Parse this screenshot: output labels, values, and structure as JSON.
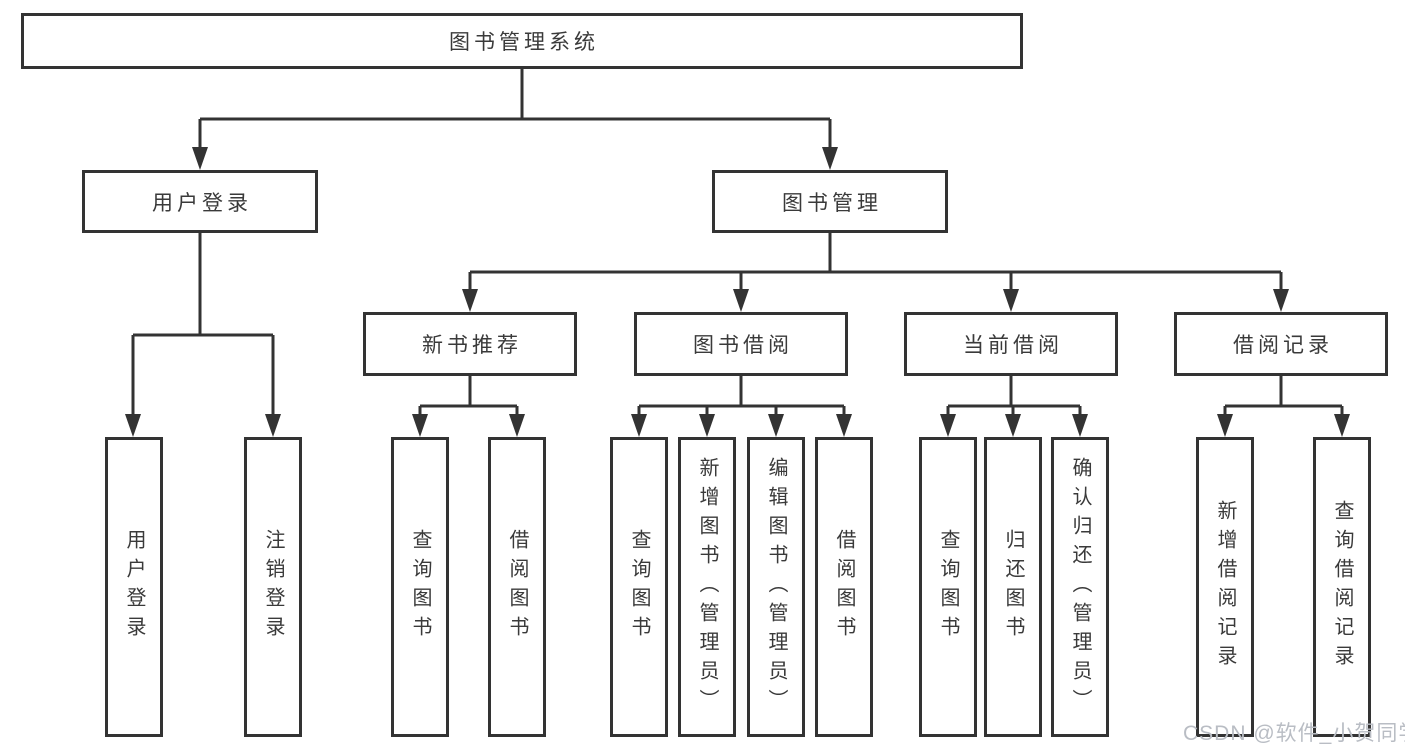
{
  "nodes": {
    "root": "图书管理系统",
    "user_login": "用户登录",
    "book_management": "图书管理",
    "new_book_recommend": "新书推荐",
    "book_borrow": "图书借阅",
    "current_borrow": "当前借阅",
    "borrow_records": "借阅记录"
  },
  "leaves": {
    "user_login": [
      "用户登录",
      "注销登录"
    ],
    "new_book_recommend": [
      "查询图书",
      "借阅图书"
    ],
    "book_borrow": [
      "查询图书",
      "新增图书（管理员）",
      "编辑图书（管理员）",
      "借阅图书"
    ],
    "current_borrow": [
      "查询图书",
      "归还图书",
      "确认归还（管理员）"
    ],
    "borrow_records": [
      "新增借阅记录",
      "查询借阅记录"
    ]
  },
  "watermark": "CSDN @软件_小贺同学",
  "colors": {
    "line": "#333333",
    "text": "#3a3a3a",
    "watermark": "#b9bdc4",
    "background": "#ffffff"
  }
}
